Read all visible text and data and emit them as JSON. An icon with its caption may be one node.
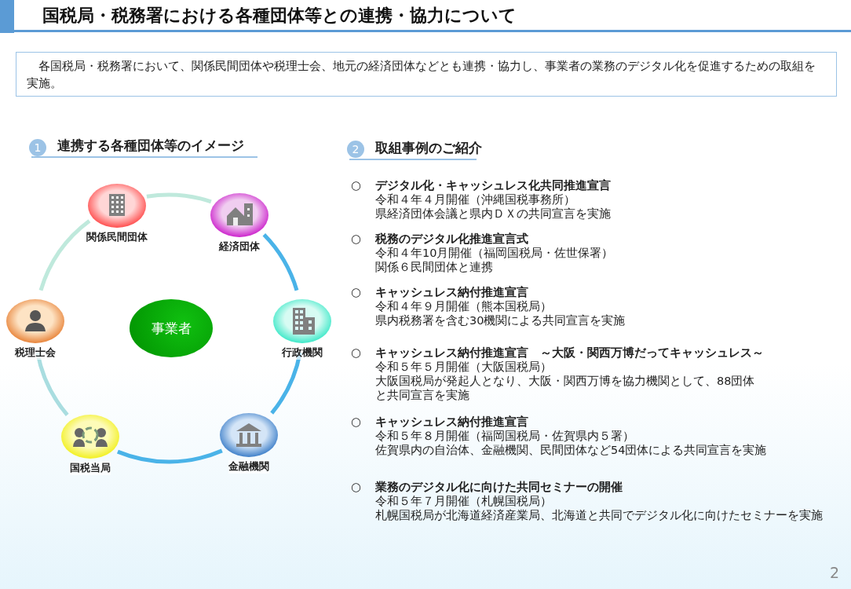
{
  "diagram": {
    "title": "国税局・税務署における各種団体等との連携・協力について",
    "nodes": [
      {
        "text": [
          "各国税局・税務署において、関係民間団体や税理士会、地元の経済団体などとも連携・協力し、事業者の業務のデジタル化を促進するための取組を実施。"
        ]
      },
      {
        "text": [
          "関係民間団体"
        ]
      },
      {
        "text": [
          "経済団体"
        ]
      },
      {
        "text": [
          "税理士会"
        ]
      },
      {
        "text": [
          "事業者"
        ]
      },
      {
        "text": [
          "行政機関"
        ]
      },
      {
        "text": [
          "国税当局"
        ]
      },
      {
        "text": [
          "金融機関"
        ]
      }
    ],
    "edges": [
      {
        "from": 1,
        "to": 2,
        "arrow": "none",
        "color": "#bfe9dc"
      },
      {
        "from": 2,
        "to": 5,
        "arrow": "none"
      },
      {
        "from": 5,
        "to": 7,
        "arrow": "none"
      },
      {
        "from": 7,
        "to": 6,
        "arrow": "none"
      },
      {
        "from": 6,
        "to": 3,
        "arrow": "none",
        "color": "#a9dde0"
      },
      {
        "from": 3,
        "to": 1,
        "arrow": "none",
        "color": "#bfe9dc"
      }
    ],
    "labels": [
      "1",
      "連携する各種団体等のイメージ",
      "2",
      "取組事例のご紹介",
      "○",
      "デジタル化・キャッシュレス化共同推進宣言",
      "令和４年４月開催（沖縄国税事務所）",
      "県経済団体会議と県内ＤＸの共同宣言を実施",
      "○",
      "税務のデジタル化推進宣言式",
      "令和４年10月開催（福岡国税局・佐世保署）",
      "関係６民間団体と連携",
      "○",
      "キャッシュレス納付推進宣言",
      "令和４年９月開催（熊本国税局）",
      "県内税務署を含む30機関による共同宣言を実施",
      "○",
      "キャッシュレス納付推進宣言　～大阪・関西万博だってキャッシュレス～",
      "令和５年５月開催（大阪国税局）",
      "大阪国税局が発起人となり、大阪・関西万博を協力機関として、88団体と共同宣言を実施",
      "○",
      "キャッシュレス納付推進宣言",
      "令和５年８月開催（福岡国税局・佐賀県内５署）",
      "佐賀県内の自治体、金融機関、民間団体など54団体による共同宣言を実施",
      "○",
      "業務のデジタル化に向けた共同セミナーの開催",
      "令和５年７月開催（札幌国税局）",
      "札幌国税局が北海道経済産業局、北海道と共同でデジタル化に向けたセミナーを実施",
      "2"
    ]
  }
}
